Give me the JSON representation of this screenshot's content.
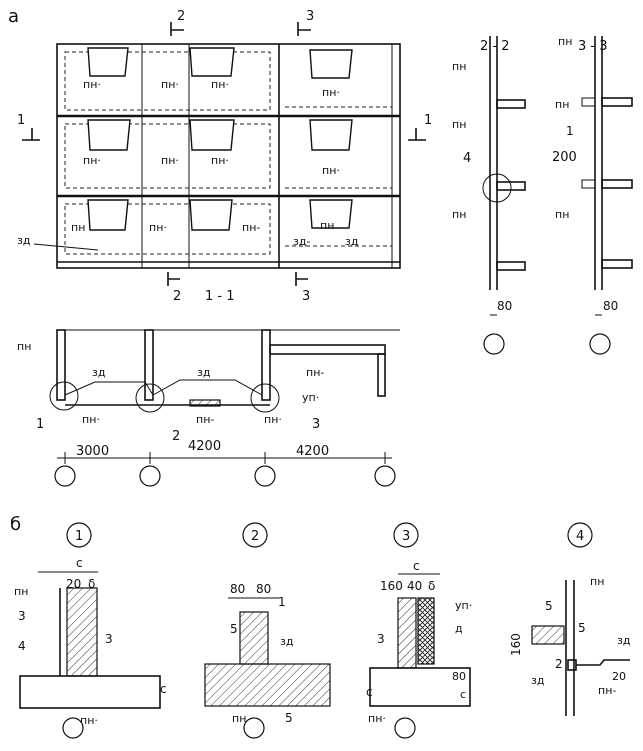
{
  "sections": {
    "a": "а",
    "b": "б",
    "s11": "1 - 1",
    "s22": "2 - 2",
    "s33": "3 - 3"
  },
  "cuts": {
    "c1": "1",
    "c2": "2",
    "c3": "3"
  },
  "labels": {
    "pn": "пн",
    "pn_dot": "пн·",
    "pn_dash": "пн-",
    "zd": "зд",
    "zd_dot": "зд·",
    "zd_dash": "зд-",
    "up": "уп·",
    "d": "д"
  },
  "numbers": {
    "n1": "1",
    "n2": "2",
    "n3": "3",
    "n4": "4",
    "n5": "5"
  },
  "dims": {
    "d3000": "3000",
    "d4200": "4200",
    "d80": "80",
    "d200": "200",
    "d20": "20",
    "d160": "160",
    "d40": "40",
    "c": "с",
    "delta": "δ"
  },
  "details": [
    "1",
    "2",
    "3",
    "4"
  ]
}
